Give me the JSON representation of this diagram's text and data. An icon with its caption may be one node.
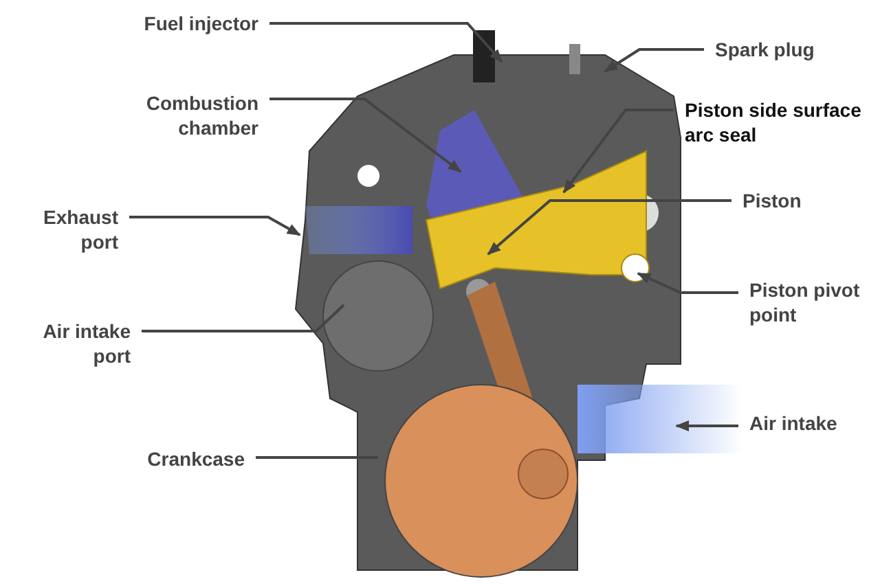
{
  "diagram": {
    "nodes": [
      {
        "text": [
          "Fuel injector"
        ]
      },
      {
        "text": [
          "Combustion chamber"
        ]
      },
      {
        "text": [
          "Exhaust port"
        ]
      },
      {
        "text": [
          "Air intake port"
        ]
      },
      {
        "text": [
          "Crankcase"
        ]
      },
      {
        "text": [
          "Spark plug"
        ]
      },
      {
        "text": [
          "Piston side surface arc seal"
        ]
      },
      {
        "text": [
          "Piston"
        ]
      },
      {
        "text": [
          "Piston pivot point"
        ]
      },
      {
        "text": [
          "Air intake"
        ]
      }
    ],
    "edges": [
      {
        "from": 0,
        "to": null,
        "arrow": "to"
      },
      {
        "from": 1,
        "to": null,
        "arrow": "to"
      },
      {
        "from": 2,
        "to": null,
        "arrow": "to"
      },
      {
        "from": 3,
        "to": null,
        "arrow": "none"
      },
      {
        "from": 4,
        "to": null,
        "arrow": "none"
      },
      {
        "from": 5,
        "to": null,
        "arrow": "to"
      },
      {
        "from": 6,
        "to": null,
        "arrow": "to"
      },
      {
        "from": 7,
        "to": null,
        "arrow": "to"
      },
      {
        "from": 8,
        "to": null,
        "arrow": "to"
      },
      {
        "from": 9,
        "to": null,
        "arrow": "to"
      }
    ]
  }
}
